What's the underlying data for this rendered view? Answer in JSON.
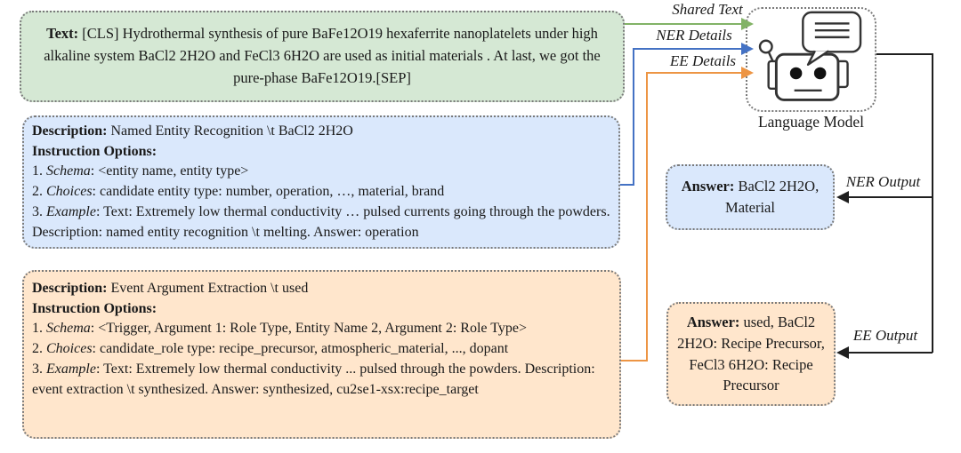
{
  "colors": {
    "green_fill": "#d5e8d4",
    "blue_fill": "#dae8fc",
    "orange_fill": "#ffe6cc",
    "box_border": "#7a7a7a",
    "arrow_green": "#82b366",
    "arrow_blue": "#4472c4",
    "arrow_orange": "#ed9544",
    "arrow_black": "#1f1f1f"
  },
  "shared_text_box": {
    "rich": [
      {
        "t": "Text: ",
        "b": true
      },
      {
        "t": "[CLS] Hydrothermal synthesis of pure BaFe12O19 hexaferrite nanoplatelets under high alkaline system BaCl2 2H2O and FeCl3 6H2O are used as initial materials . At last, we got the pure-phase BaFe12O19.[SEP]"
      }
    ]
  },
  "ner_box": {
    "lines": [
      [
        {
          "t": "Description:",
          "b": true
        },
        {
          "t": " Named Entity Recognition \\t BaCl2 2H2O"
        }
      ],
      [
        {
          "t": "Instruction Options:",
          "b": true
        }
      ],
      [
        {
          "t": "1. "
        },
        {
          "t": "Schema",
          "i": true
        },
        {
          "t": ": <entity name, entity type>"
        }
      ],
      [
        {
          "t": "2. "
        },
        {
          "t": "Choices",
          "i": true
        },
        {
          "t": ": candidate entity type: number, operation, …, material, brand"
        }
      ],
      [
        {
          "t": "3. "
        },
        {
          "t": "Example",
          "i": true
        },
        {
          "t": ": Text: Extremely low thermal conductivity … pulsed currents going through the powders. Description: named entity recognition \\t melting. Answer: operation"
        }
      ]
    ]
  },
  "ee_box": {
    "lines": [
      [
        {
          "t": "Description:",
          "b": true
        },
        {
          "t": " Event Argument Extraction \\t used"
        }
      ],
      [
        {
          "t": "Instruction Options:",
          "b": true
        }
      ],
      [
        {
          "t": "1. "
        },
        {
          "t": "Schema",
          "i": true
        },
        {
          "t": ": <Trigger, Argument 1: Role Type, Entity Name 2, Argument 2: Role Type>"
        }
      ],
      [
        {
          "t": "2. "
        },
        {
          "t": "Choices",
          "i": true
        },
        {
          "t": ": candidate_role type: recipe_precursor, atmospheric_material, ..., dopant"
        }
      ],
      [
        {
          "t": "3. "
        },
        {
          "t": "Example",
          "i": true
        },
        {
          "t": ": Text: Extremely low thermal conductivity ... pulsed through the powders. Description: event extraction \\t synthesized. Answer: synthesized, cu2se1-xsx:recipe_target"
        }
      ]
    ]
  },
  "language_model": {
    "label": "Language Model",
    "icon": "robot-chat-icon"
  },
  "arrows": {
    "shared_text_label": "Shared Text",
    "ner_details_label": "NER Details",
    "ee_details_label": "EE Details",
    "ner_output_label": "NER Output",
    "ee_output_label": "EE Output"
  },
  "ner_answer_box": {
    "rich": [
      {
        "t": "Answer:",
        "b": true
      },
      {
        "t": " BaCl2 2H2O, Material"
      }
    ]
  },
  "ee_answer_box": {
    "rich": [
      {
        "t": "Answer:",
        "b": true
      },
      {
        "t": " used, BaCl2 2H2O: Recipe Precursor, FeCl3 6H2O: Recipe Precursor"
      }
    ]
  }
}
